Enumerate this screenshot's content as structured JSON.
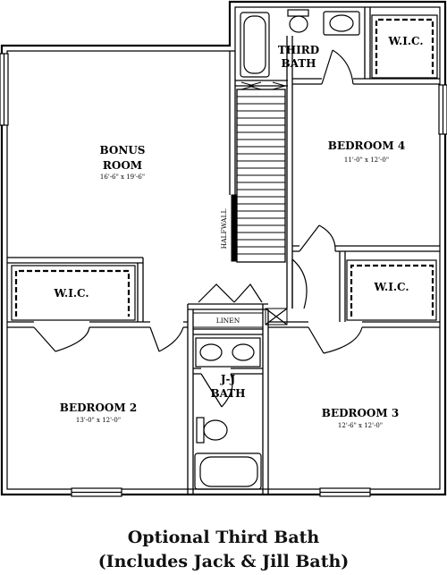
{
  "rooms": {
    "bonus": {
      "name_line1": "BONUS",
      "name_line2": "ROOM",
      "dims": "16'-6\" x 19'-6\""
    },
    "bedroom4": {
      "name": "BEDROOM 4",
      "dims": "11'-0\" x 12'-0\""
    },
    "bedroom2": {
      "name": "BEDROOM 2",
      "dims": "13'-0\" x 12'-0\""
    },
    "bedroom3": {
      "name": "BEDROOM 3",
      "dims": "12'-6\" x 12'-0\""
    },
    "third_bath": {
      "line1": "THIRD",
      "line2": "BATH"
    },
    "jj_bath": {
      "line1": "J-J",
      "line2": "BATH"
    },
    "linen": "LINEN",
    "halfwall": "HALFWALL",
    "wic_label": "W.I.C."
  },
  "caption": {
    "line1": "Optional Third Bath",
    "line2": "(Includes Jack & Jill Bath)"
  }
}
